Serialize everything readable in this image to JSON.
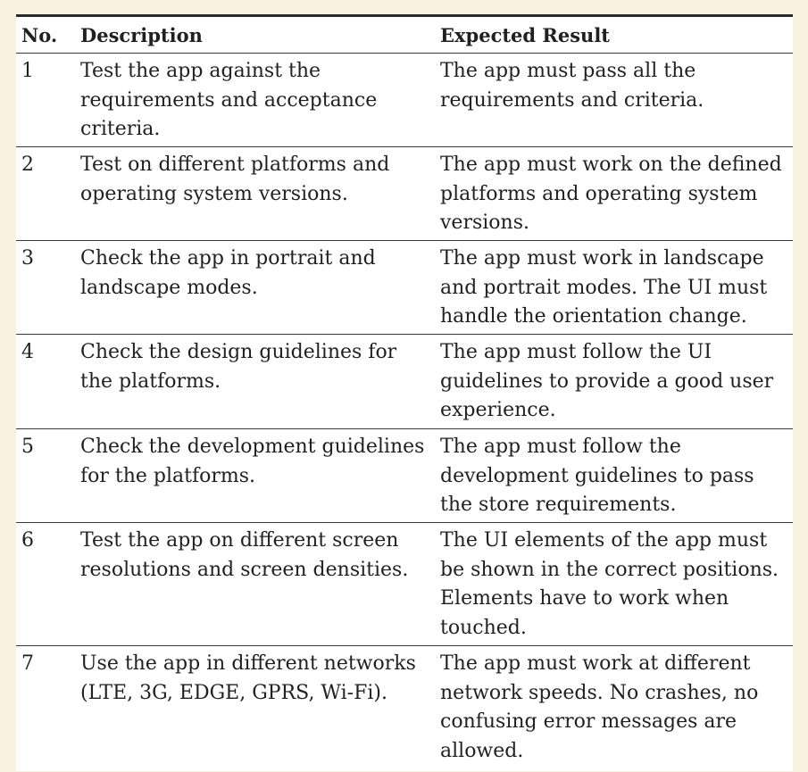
{
  "table": {
    "headers": {
      "no": "No.",
      "description": "Description",
      "expected": "Expected Result"
    },
    "rows": [
      {
        "no": "1",
        "description": "Test the app against the requirements and acceptance criteria.",
        "expected": "The app must pass all the requirements and criteria."
      },
      {
        "no": "2",
        "description": "Test on different platforms and operating system versions.",
        "expected": "The app must work on the defined platforms and operating system versions."
      },
      {
        "no": "3",
        "description": "Check the app in portrait and landscape modes.",
        "expected": "The app must work in landscape and portrait modes. The UI must handle the orientation change."
      },
      {
        "no": "4",
        "description": "Check the design guidelines for the platforms.",
        "expected": "The app must follow the UI guidelines to provide a good user experience."
      },
      {
        "no": "5",
        "description": "Check the development guidelines for the platforms.",
        "expected": "The app must follow the development guidelines to pass the store requirements."
      },
      {
        "no": "6",
        "description": "Test the app on different screen resolutions and screen densities.",
        "expected": "The UI elements of the app must be shown in the correct positions. Elements have to work when touched."
      },
      {
        "no": "7",
        "description": "Use the app in different networks (LTE, 3G, EDGE, GPRS, Wi-Fi).",
        "expected": "The app must work at different network speeds. No crashes, no confusing error messages are allowed."
      }
    ]
  }
}
